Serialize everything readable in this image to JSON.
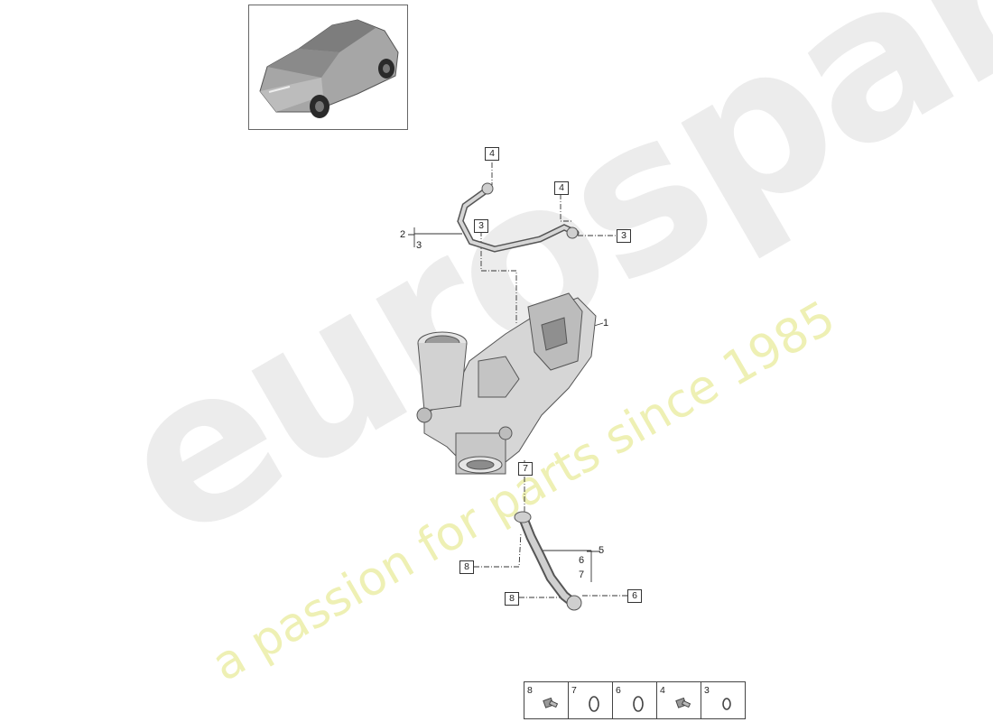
{
  "watermark": {
    "brand": "eurospares",
    "tagline": "a passion for parts since 1985"
  },
  "thumbnail": {
    "icon": "vehicle-thumbnail-icon"
  },
  "callouts": {
    "c1": "1",
    "c2": "2",
    "c2_sub": "3",
    "c3_left": "3",
    "c3_right": "3",
    "c4_top": "4",
    "c4_right": "4",
    "c5": "5",
    "c5_sub1": "6",
    "c5_sub2": "7",
    "c6": "6",
    "c7": "7",
    "c8_mid": "8",
    "c8_low": "8"
  },
  "legend": [
    {
      "num": "8",
      "icon": "bolt-icon"
    },
    {
      "num": "7",
      "icon": "o-ring-icon"
    },
    {
      "num": "6",
      "icon": "o-ring-icon"
    },
    {
      "num": "4",
      "icon": "bolt-icon"
    },
    {
      "num": "3",
      "icon": "o-ring-icon"
    }
  ],
  "colors": {
    "line": "#333333",
    "part_fill": "#d8d8d8",
    "part_shadow": "#9a9a9a",
    "watermark_grey": "#ececec",
    "watermark_yellow": "#eef0b4"
  }
}
